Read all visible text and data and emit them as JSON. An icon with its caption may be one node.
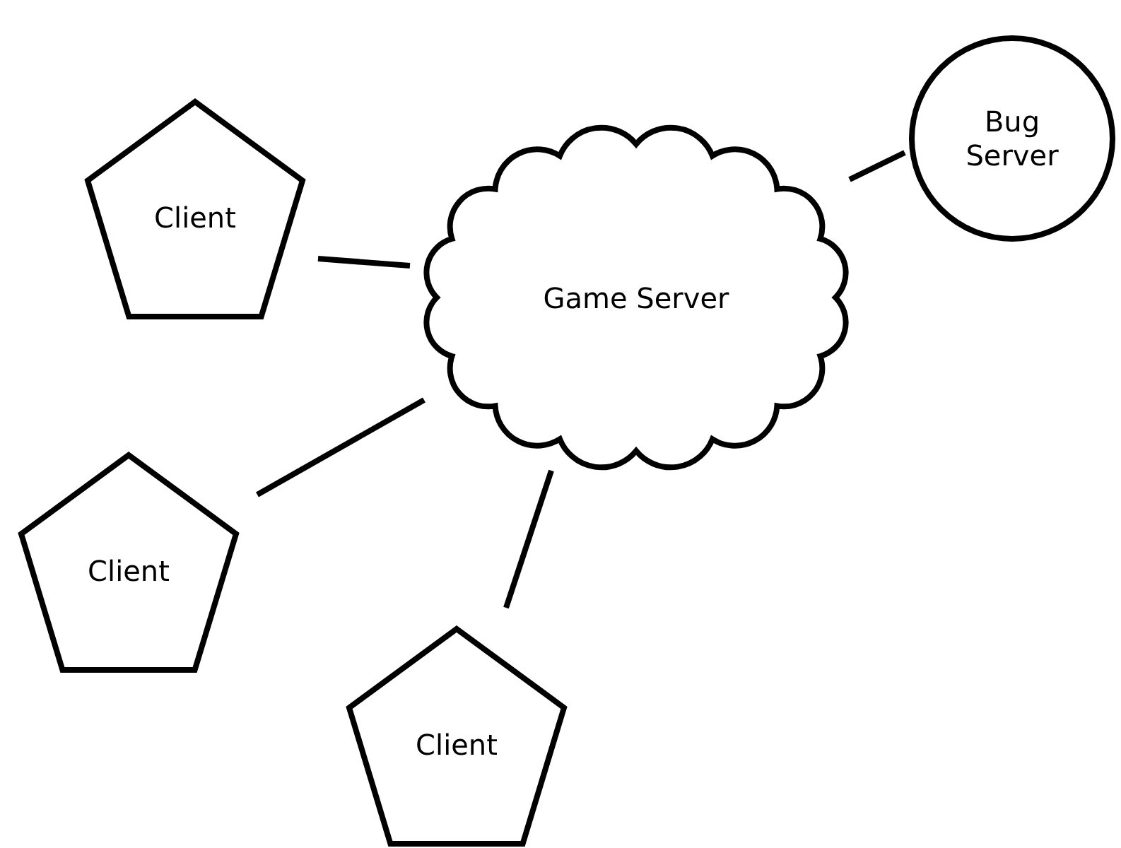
{
  "diagram": {
    "nodes": [
      {
        "text": [
          "Client"
        ]
      },
      {
        "text": [
          "Game Server"
        ]
      },
      {
        "text": [
          "Bug Server"
        ]
      },
      {
        "text": [
          "Client"
        ]
      },
      {
        "text": [
          "Client"
        ]
      }
    ],
    "edges": [
      {
        "from": 0,
        "to": 1,
        "arrow": "none"
      },
      {
        "from": 1,
        "to": 2,
        "arrow": "none"
      },
      {
        "from": 1,
        "to": 3,
        "arrow": "none"
      },
      {
        "from": 1,
        "to": 4,
        "arrow": "none"
      }
    ]
  }
}
